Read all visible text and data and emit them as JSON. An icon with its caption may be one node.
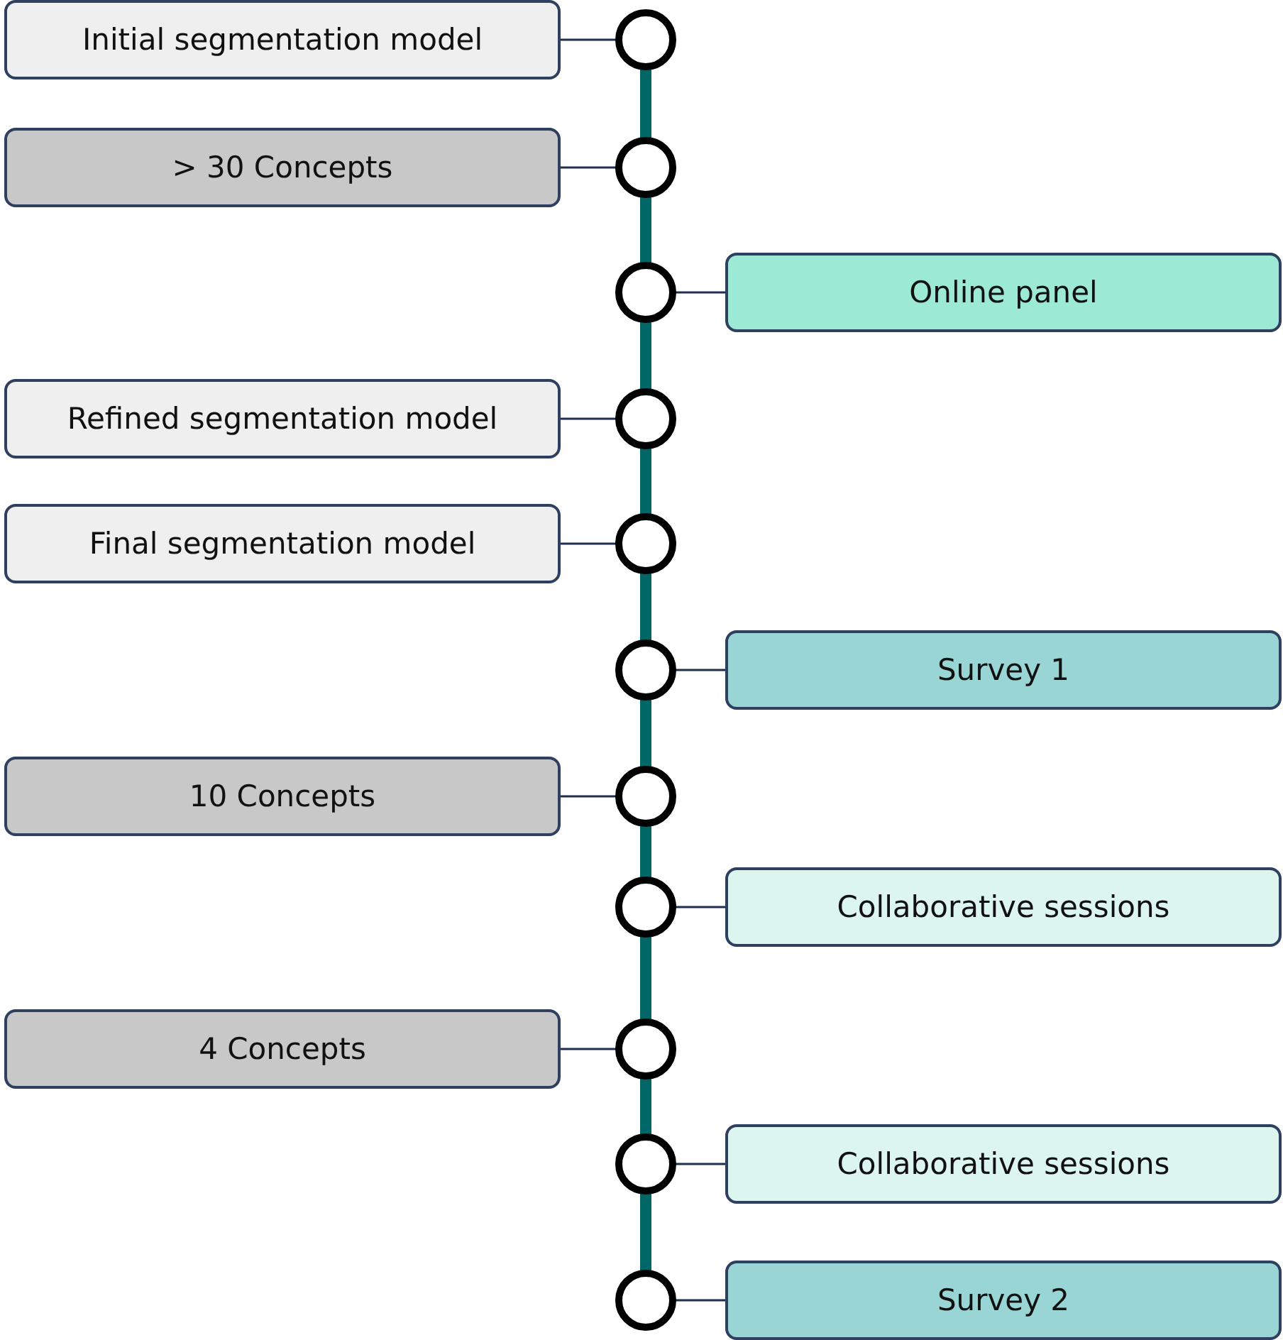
{
  "diagram": {
    "nodes": [
      {
        "text": [
          "Initial segmentation model"
        ]
      },
      {
        "text": [],
        "shape": "circle"
      },
      {
        "text": [
          "> 30 Concepts"
        ]
      },
      {
        "text": [],
        "shape": "circle"
      },
      {
        "text": [],
        "shape": "circle"
      },
      {
        "text": [
          "Online panel"
        ]
      },
      {
        "text": [
          "Refined segmentation model"
        ]
      },
      {
        "text": [],
        "shape": "circle"
      },
      {
        "text": [
          "Final segmentation model"
        ]
      },
      {
        "text": [],
        "shape": "circle"
      },
      {
        "text": [],
        "shape": "circle"
      },
      {
        "text": [
          "Survey 1"
        ]
      },
      {
        "text": [
          "10 Concepts"
        ]
      },
      {
        "text": [],
        "shape": "circle"
      },
      {
        "text": [],
        "shape": "circle"
      },
      {
        "text": [
          "Collaborative sessions"
        ]
      },
      {
        "text": [
          "4 Concepts"
        ]
      },
      {
        "text": [],
        "shape": "circle"
      },
      {
        "text": [],
        "shape": "circle"
      },
      {
        "text": [
          "Collaborative sessions"
        ]
      },
      {
        "text": [],
        "shape": "circle"
      },
      {
        "text": [
          "Survey 2"
        ]
      }
    ],
    "edges": [
      {
        "from": 0,
        "to": 1,
        "arrow": "none"
      },
      {
        "from": 2,
        "to": 3,
        "arrow": "none"
      },
      {
        "from": 4,
        "to": 5,
        "arrow": "none"
      },
      {
        "from": 6,
        "to": 7,
        "arrow": "none"
      },
      {
        "from": 8,
        "to": 9,
        "arrow": "none"
      },
      {
        "from": 10,
        "to": 11,
        "arrow": "none"
      },
      {
        "from": 12,
        "to": 13,
        "arrow": "none"
      },
      {
        "from": 14,
        "to": 15,
        "arrow": "none"
      },
      {
        "from": 16,
        "to": 17,
        "arrow": "none"
      },
      {
        "from": 18,
        "to": 19,
        "arrow": "none"
      },
      {
        "from": 20,
        "to": 21,
        "arrow": "none"
      },
      {
        "from": 1,
        "to": 3,
        "arrow": "none",
        "style": "thick",
        "color": "#006666"
      },
      {
        "from": 3,
        "to": 4,
        "arrow": "none",
        "style": "thick",
        "color": "#006666"
      },
      {
        "from": 4,
        "to": 7,
        "arrow": "none",
        "style": "thick",
        "color": "#006666"
      },
      {
        "from": 7,
        "to": 9,
        "arrow": "none",
        "style": "thick",
        "color": "#006666"
      },
      {
        "from": 9,
        "to": 10,
        "arrow": "none",
        "style": "thick",
        "color": "#006666"
      },
      {
        "from": 10,
        "to": 13,
        "arrow": "none",
        "style": "thick",
        "color": "#006666"
      },
      {
        "from": 13,
        "to": 14,
        "arrow": "none",
        "style": "thick",
        "color": "#006666"
      },
      {
        "from": 14,
        "to": 17,
        "arrow": "none",
        "style": "thick",
        "color": "#006666"
      },
      {
        "from": 17,
        "to": 18,
        "arrow": "none",
        "style": "thick",
        "color": "#006666"
      },
      {
        "from": 18,
        "to": 20,
        "arrow": "none",
        "style": "thick",
        "color": "#006666"
      }
    ]
  }
}
